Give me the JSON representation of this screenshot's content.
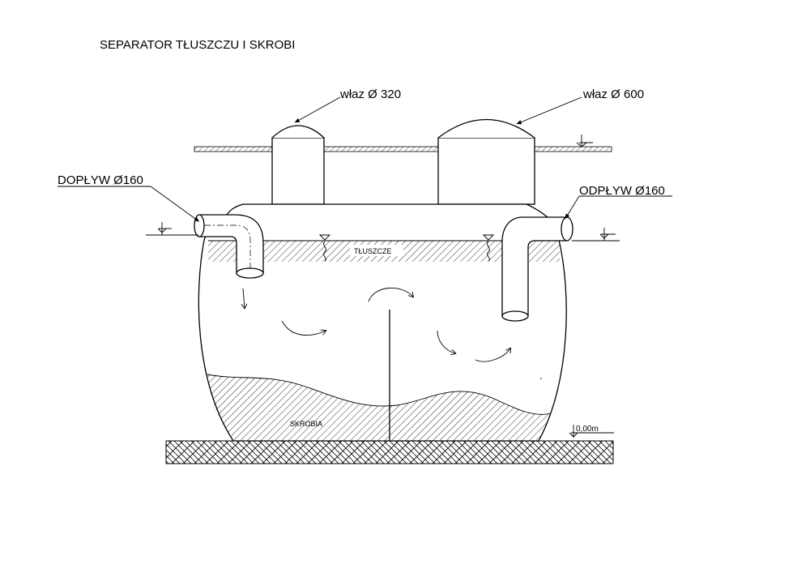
{
  "title": "SEPARATOR TŁUSZCZU I SKROBI",
  "labels": {
    "manhole_small": "właz Ø 320",
    "manhole_large": "właz Ø 600",
    "inlet": "DOPŁYW Ø160",
    "outlet": "ODPŁYW Ø160",
    "fat_layer": "TŁUSZCZE",
    "starch_layer": "SKROBIA",
    "ground_level": "0,00m"
  }
}
